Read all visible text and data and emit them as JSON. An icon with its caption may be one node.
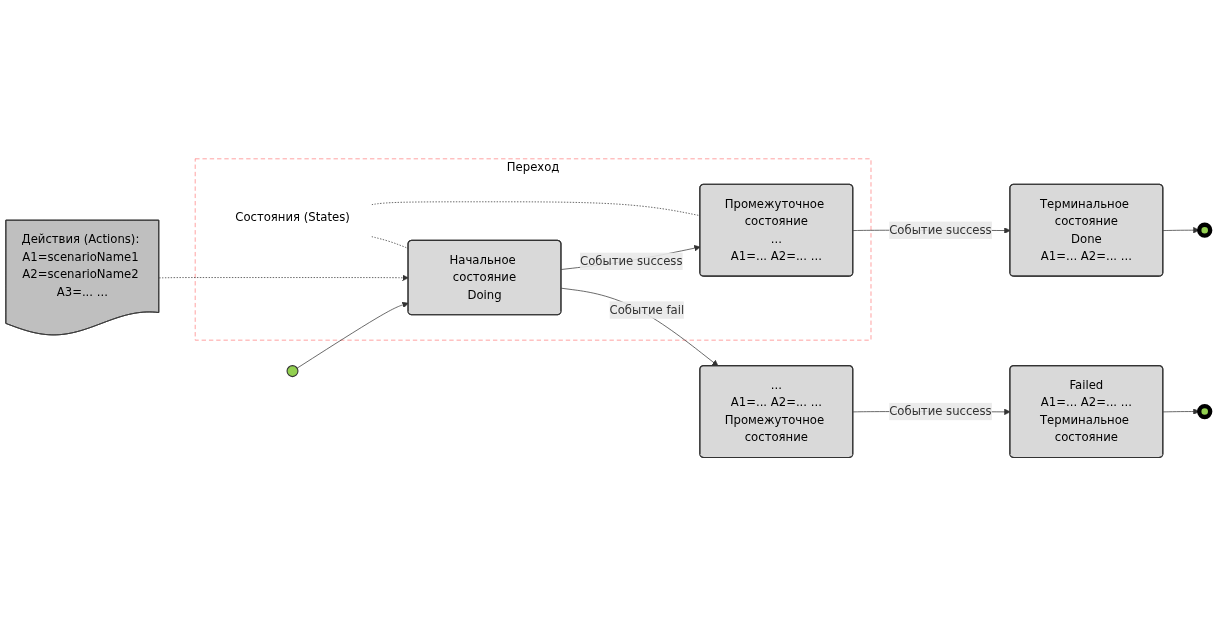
{
  "diagram": {
    "nodes": [
      {
        "text": [
          "Переход"
        ]
      },
      {
        "text": [
          "Состояния (States)"
        ],
        "in": 0
      },
      {
        "text": [],
        "shape": "circle"
      },
      {
        "text": [
          "Начальное состояние",
          "Doing"
        ],
        "in": 0
      },
      {
        "text": [
          "Промежуточное состояние",
          "...",
          "A1=... A2=... ..."
        ],
        "in": 0
      },
      {
        "text": [
          "Терминальное состояние",
          "Done",
          "A1=... A2=... ..."
        ]
      },
      {
        "text": [],
        "shape": "circle"
      },
      {
        "text": [
          "Действия (Actions): A1=scenarioName1 A2=scenarioName2 A3=... ..."
        ]
      },
      {
        "text": [
          "...",
          "A1=... A2=... ...",
          "Промежуточное состояние"
        ]
      },
      {
        "text": [
          "Failed",
          "A1=... A2=... ...",
          "Терминальное состояние"
        ]
      },
      {
        "text": [],
        "shape": "circle"
      }
    ],
    "edges": [
      {
        "from": 2,
        "to": 3,
        "arrow": "to"
      },
      {
        "from": 3,
        "to": 4,
        "arrow": "to",
        "label": "Событие success"
      },
      {
        "from": 3,
        "to": 8,
        "arrow": "to",
        "label": "Событие fail"
      },
      {
        "from": 4,
        "to": 5,
        "arrow": "to",
        "label": "Событие success"
      },
      {
        "from": 5,
        "to": 6,
        "arrow": "to"
      },
      {
        "from": 8,
        "to": 9,
        "arrow": "to",
        "label": "Событие success"
      },
      {
        "from": 9,
        "to": 10,
        "arrow": "to"
      },
      {
        "from": 7,
        "to": 3,
        "arrow": "to",
        "style": "dashed"
      },
      {
        "from": 1,
        "to": 3,
        "arrow": "none",
        "style": "dashed"
      },
      {
        "from": 1,
        "to": 4,
        "arrow": "none",
        "style": "dashed"
      }
    ]
  }
}
